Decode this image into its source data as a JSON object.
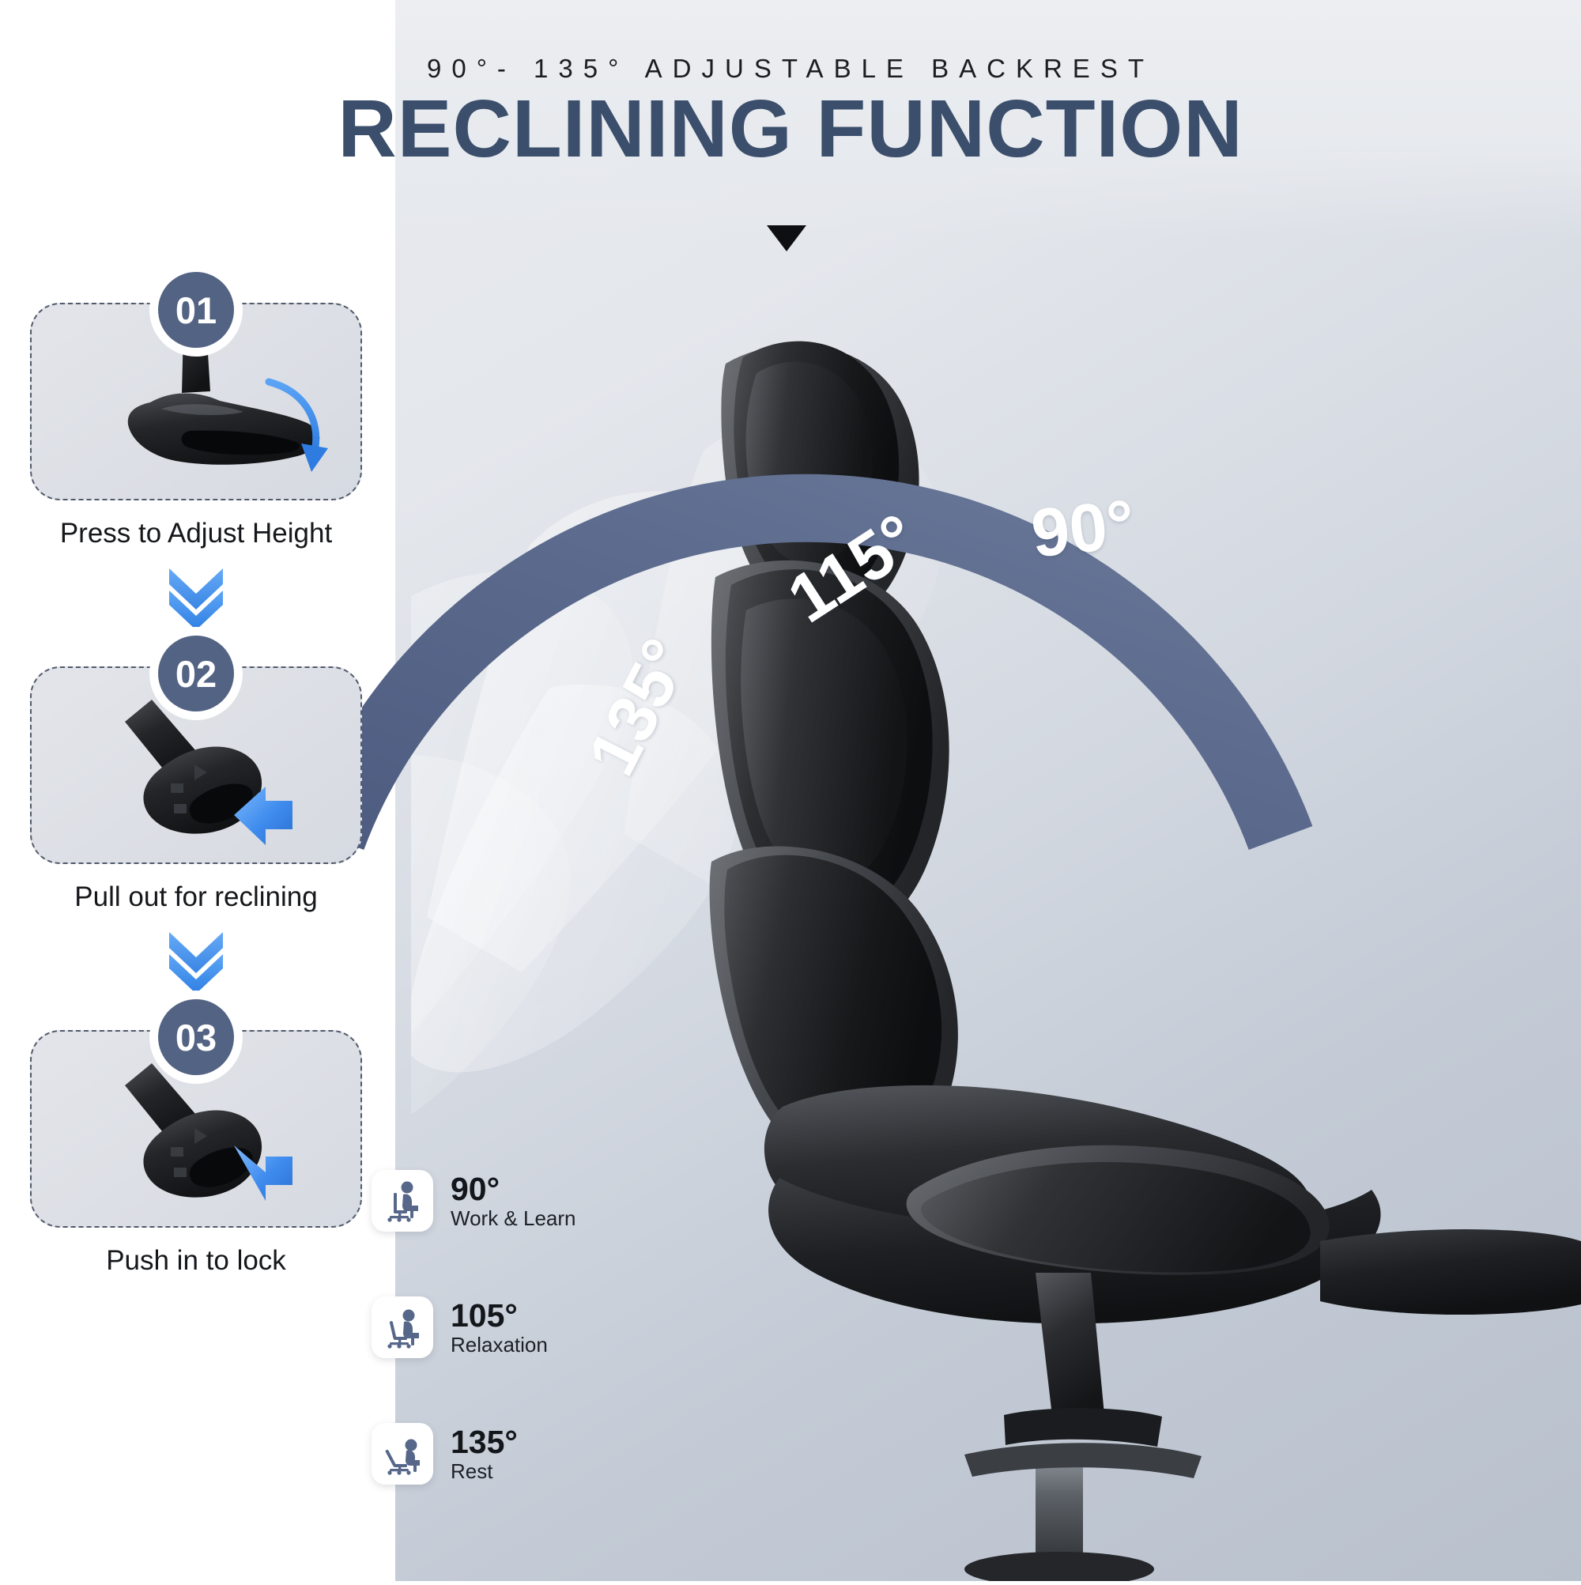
{
  "header": {
    "subtitle": "90°- 135° ADJUSTABLE BACKREST",
    "title": "RECLINING FUNCTION",
    "pointer_icon": "down-triangle-icon"
  },
  "colors": {
    "title_slate": "#3b4e6b",
    "badge_slate": "#536383",
    "arc_band": "#55658a",
    "chevron_blue": "#3d8bf2",
    "card_dash_border": "#525a6b",
    "card_fill": "#dcdfe5"
  },
  "steps": [
    {
      "number": "01",
      "caption": "Press to Adjust Height",
      "icon": "chair-height-lever-icon",
      "arrow_icon": "curved-arrow-down-icon"
    },
    {
      "number": "02",
      "caption": "Pull out for reclining",
      "icon": "recline-lever-icon",
      "arrow_icon": "block-arrow-down-right-icon"
    },
    {
      "number": "03",
      "caption": "Push in to lock",
      "icon": "recline-lever-icon",
      "arrow_icon": "block-arrow-up-left-icon"
    }
  ],
  "step_separator": {
    "icon": "triple-chevron-down-icon",
    "count": 2
  },
  "arc": {
    "labels": [
      "135°",
      "115°",
      "90°"
    ],
    "band_color": "#55658a"
  },
  "legend": [
    {
      "degree": "90°",
      "name": "Work & Learn",
      "icon": "person-sitting-upright-icon"
    },
    {
      "degree": "105°",
      "name": "Relaxation",
      "icon": "person-sitting-reclined-icon"
    },
    {
      "degree": "135°",
      "name": "Rest",
      "icon": "person-lying-back-icon"
    }
  ],
  "product": {
    "icon": "office-chair-side-view-photo",
    "ghost_positions": [
      "135",
      "115",
      "90"
    ]
  }
}
